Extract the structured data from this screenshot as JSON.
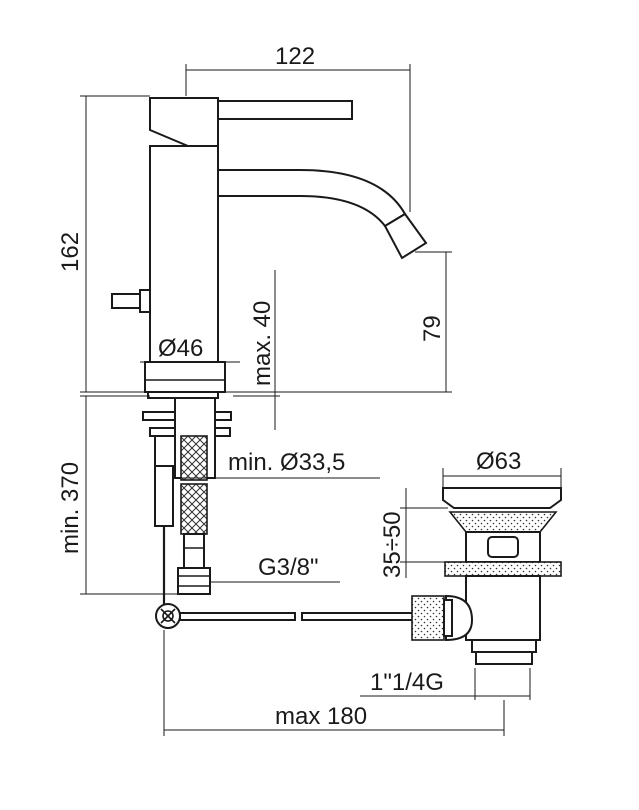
{
  "dimensions": {
    "spout_reach": "122",
    "total_height": "162",
    "spout_height": "79",
    "base_diameter": "Ø46",
    "max_deck_thickness": "max. 40",
    "min_hose_length": "min. 370",
    "min_hole_diameter": "min. Ø33,5",
    "waste_diameter": "Ø63",
    "waste_height_range": "35÷50",
    "hose_connection": "G3/8\"",
    "waste_thread": "1\"1/4G",
    "max_rod_length": "max 180"
  }
}
